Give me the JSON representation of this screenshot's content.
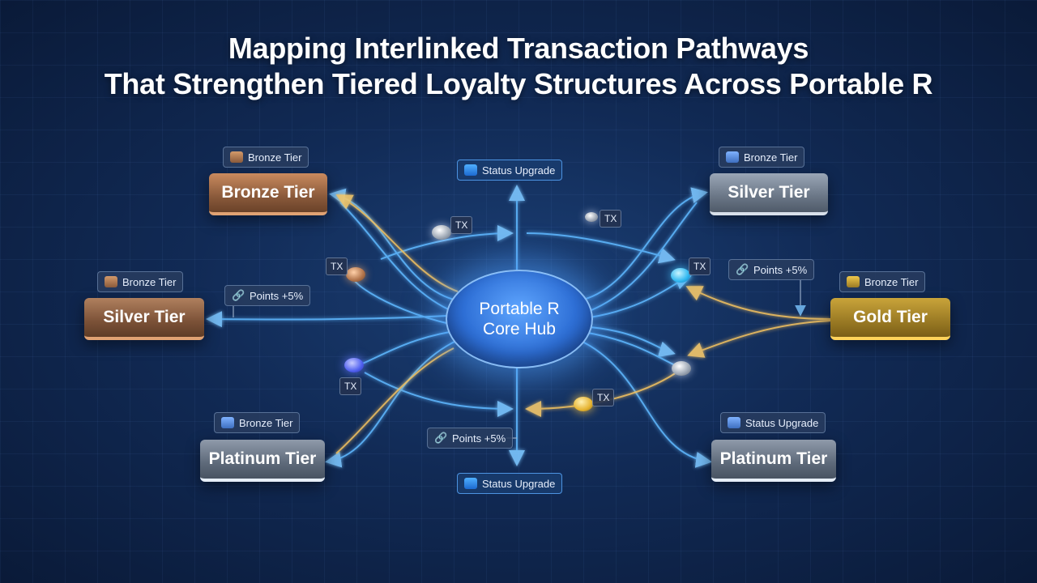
{
  "title": {
    "line1": "Mapping Interlinked Transaction Pathways",
    "line2": "That Strengthen Tiered Loyalty Structures Across Portable R"
  },
  "hub": {
    "line1": "Portable R",
    "line2": "Core Hub"
  },
  "tiers": {
    "top_left": "Bronze Tier",
    "top_right": "Silver Tier",
    "mid_left": "Silver Tier",
    "mid_right": "Gold Tier",
    "bottom_left": "Platinum Tier",
    "bottom_right": "Platinum Tier"
  },
  "tags": {
    "top_left": "Bronze Tier",
    "top_right": "Bronze Tier",
    "mid_left": "Bronze Tier",
    "mid_right": "Bronze Tier",
    "bottom_left": "Bronze Tier",
    "bottom_right": "Status Upgrade",
    "top_center": "Status Upgrade",
    "bottom_center": "Status Upgrade",
    "points_left": "Points +5%",
    "points_right": "Points +5%",
    "points_bottom": "Points +5%"
  },
  "tx_label": "TX",
  "colors": {
    "flow_blue": "#5fb8ff",
    "flow_gold": "#f0c060",
    "hub": "#3d86ee"
  },
  "icons": {
    "tier_tag": "coin-stack-icon",
    "status": "upgrade-icon",
    "points": "link-icon"
  }
}
